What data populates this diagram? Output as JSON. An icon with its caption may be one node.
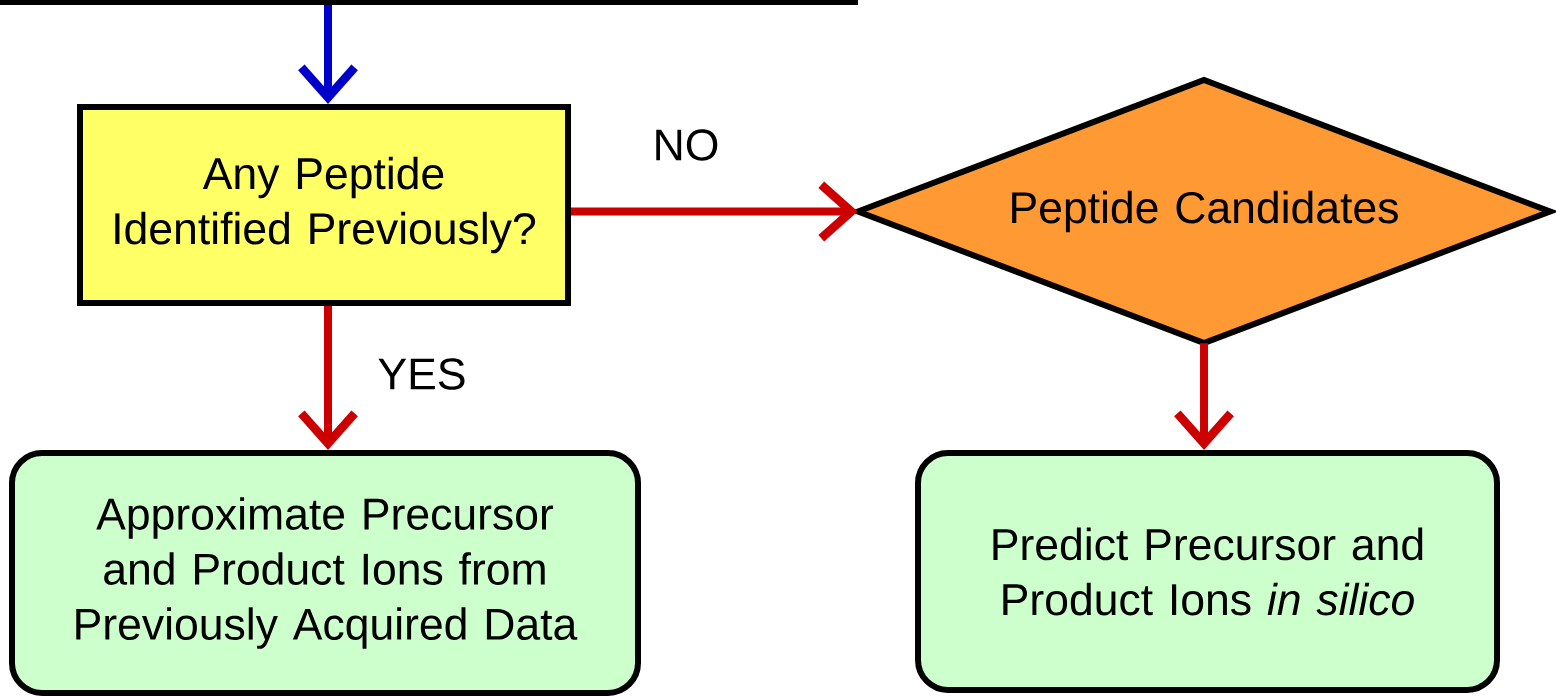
{
  "diagram": {
    "nodes": [
      {
        "text": [
          "Any Peptide Identified Previously?"
        ]
      },
      {
        "text": [
          "Peptide Candidates"
        ]
      },
      {
        "text": [
          "Approximate Precursor and Product Ions from Previously Acquired Data"
        ]
      },
      {
        "text": [
          "Predict Precursor and Product Ions *in silico*"
        ]
      }
    ],
    "edges": [
      {
        "from": null,
        "to": 0,
        "arrow": "to",
        "color": "#0000cc"
      },
      {
        "from": 0,
        "to": 1,
        "arrow": "to",
        "label": "NO"
      },
      {
        "from": 0,
        "to": 2,
        "arrow": "to",
        "label": "YES"
      },
      {
        "from": 1,
        "to": 3,
        "arrow": "to"
      }
    ]
  }
}
